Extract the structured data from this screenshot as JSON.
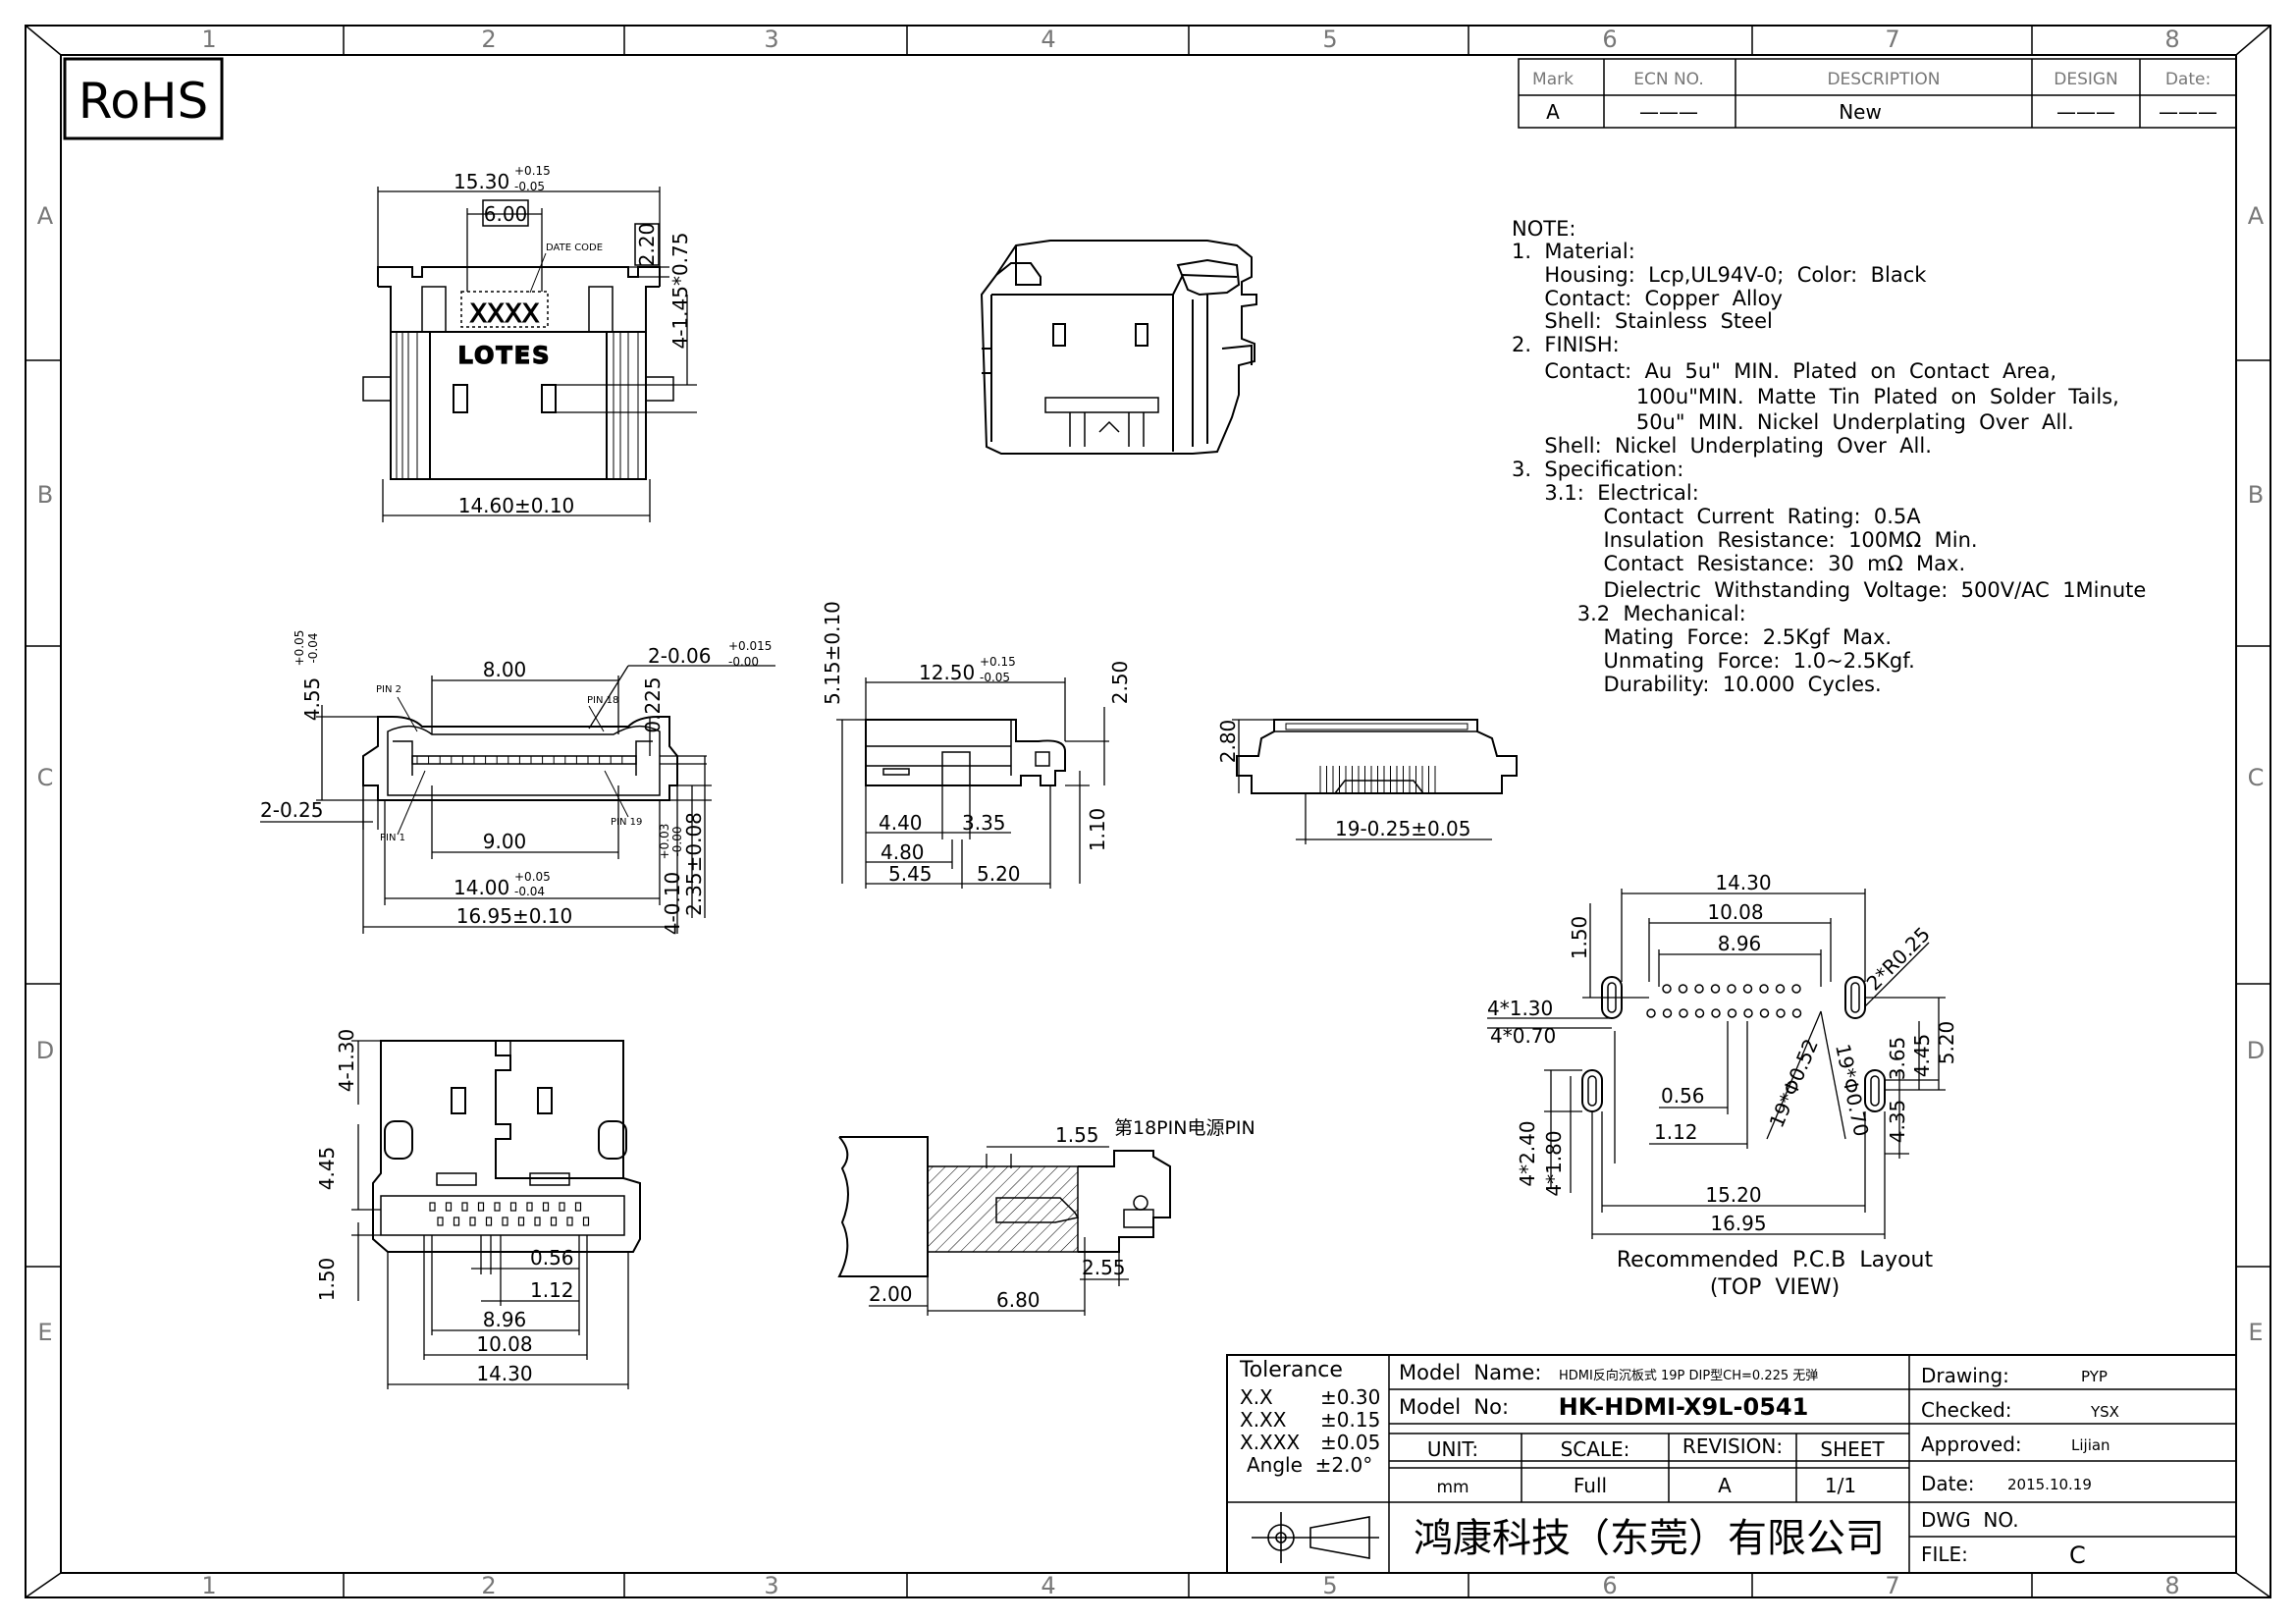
{
  "border": {
    "columns": [
      "1",
      "2",
      "3",
      "4",
      "5",
      "6",
      "7",
      "8"
    ],
    "rows": [
      "A",
      "B",
      "C",
      "D",
      "E"
    ]
  },
  "rohs": "RoHS",
  "revision_table": {
    "headers": [
      "Mark",
      "ECN NO.",
      "DESCRIPTION",
      "DESIGN",
      "Date:"
    ],
    "row": [
      "A",
      "———",
      "New",
      "———",
      "———"
    ]
  },
  "notes": [
    "NOTE:",
    "1.  Material:",
    "     Housing:  Lcp,UL94V-0;  Color:  Black",
    "     Contact:  Copper  Alloy",
    "     Shell:  Stainless  Steel",
    "2.  FINISH:",
    "     Contact:  Au  5u\"  MIN.  Plated  on  Contact  Area,",
    "                   100u\"MIN.  Matte  Tin  Plated  on  Solder  Tails,",
    "                   50u\"  MIN.  Nickel  Underplating  Over  All.",
    "     Shell:  Nickel  Underplating  Over  All.",
    "3.  Specification:",
    "     3.1:  Electrical:",
    "              Contact  Current  Rating:  0.5A",
    "              Insulation  Resistance:  100MΩ  Min.",
    "              Contact  Resistance:  30  mΩ  Max.",
    "              Dielectric  Withstanding  Voltage:  500V/AC  1Minute",
    "          3.2  Mechanical:",
    "              Mating  Force:  2.5Kgf  Max.",
    "              Unmating  Force:  1.0~2.5Kgf.",
    "              Durability:  10.000  Cycles."
  ],
  "views": {
    "top": {
      "width_top": "15.30",
      "width_top_tol_plus": "+0.15",
      "width_top_tol_minus": "-0.05",
      "date_code_width": "6.00",
      "date_code_label": "DATE CODE",
      "date_code_text": "XXXX",
      "height_small": "2.20",
      "hole_dim": "4-1.45*0.75",
      "logo": "LOTES",
      "width_bottom": "14.60±0.10"
    },
    "front": {
      "height": "4.55",
      "height_tol_plus": "+0.05",
      "height_tol_minus": "-0.04",
      "opening": "8.00",
      "slot": "2-0.06",
      "slot_tol_plus": "+0.015",
      "slot_tol_minus": "-0.00",
      "pitch": "0.225",
      "pin2": "PIN 2",
      "pin18": "PIN 18",
      "pin1": "PIN 1",
      "pin19": "PIN 19",
      "tab": "2-0.25",
      "inner": "9.00",
      "width": "14.00",
      "width_tol_plus": "+0.05",
      "width_tol_minus": "-0.04",
      "overall": "16.95±0.10",
      "leg": "4-0.10",
      "leg_tol_plus": "+0.03",
      "leg_tol_minus": "-0.00",
      "leg_len": "2.35±0.08"
    },
    "side": {
      "height": "5.15±0.10",
      "length": "12.50",
      "length_tol_plus": "+0.15",
      "length_tol_minus": "-0.05",
      "top": "2.50",
      "d1": "4.40",
      "d2": "3.35",
      "d3": "4.80",
      "d4": "5.45",
      "d5": "5.20",
      "d6": "1.10"
    },
    "rear": {
      "height": "2.80",
      "pins": "19-0.25±0.05"
    },
    "bottom": {
      "hole": "4-1.30",
      "d1": "4.45",
      "d2": "1.50",
      "d3": "0.56",
      "d4": "1.12",
      "d5": "8.96",
      "d6": "10.08",
      "d7": "14.30"
    },
    "section": {
      "note": "第18PIN电源PIN",
      "d1": "1.55",
      "d2": "2.55",
      "d3": "2.00",
      "d4": "6.80"
    },
    "pcb": {
      "d_14_30": "14.30",
      "d_10_08": "10.08",
      "d_8_96": "8.96",
      "d_1_50": "1.50",
      "radius": "2*R0.25",
      "slot_a": "4*1.30",
      "slot_b": "4*0.70",
      "d_0_56": "0.56",
      "d_1_12": "1.12",
      "hole_a": "19*Φ0.52",
      "hole_b": "19*Φ0.70",
      "d_3_65": "3.65",
      "d_4_45": "4.45",
      "d_5_20": "5.20",
      "d_4_35": "4.35",
      "slot_c": "4*2.40",
      "slot_d": "4*1.80",
      "d_15_20": "15.20",
      "d_16_95": "16.95",
      "caption": "Recommended  P.C.B  Layout",
      "caption2": "(TOP  VIEW)"
    }
  },
  "title_block": {
    "tolerance_label": "Tolerance",
    "tolerances": [
      {
        "k": "X.X",
        "v": "±0.30"
      },
      {
        "k": "X.XX",
        "v": "±0.15"
      },
      {
        "k": "X.XXX",
        "v": "±0.05"
      }
    ],
    "angle": "Angle  ±2.0°",
    "model_name_label": "Model  Name:",
    "model_name": "HDMI反向沉板式 19P DIP型CH=0.225 无弹",
    "model_no_label": "Model  No:",
    "model_no": "HK-HDMI-X9L-0541",
    "unit_label": "UNIT:",
    "unit": "mm",
    "scale_label": "SCALE:",
    "scale": "Full",
    "revision_label": "REVISION:",
    "revision": "A",
    "sheet_label": "SHEET",
    "sheet": "1/1",
    "company": "鸿康科技（东莞）有限公司",
    "drawing_label": "Drawing:",
    "drawing": "PYP",
    "checked_label": "Checked:",
    "checked": "YSX",
    "approved_label": "Approved:",
    "approved": "Lijian",
    "date_label": "Date:",
    "date": "2015.10.19",
    "dwg_label": "DWG  NO.",
    "file_label": "FILE:",
    "file": "C"
  }
}
